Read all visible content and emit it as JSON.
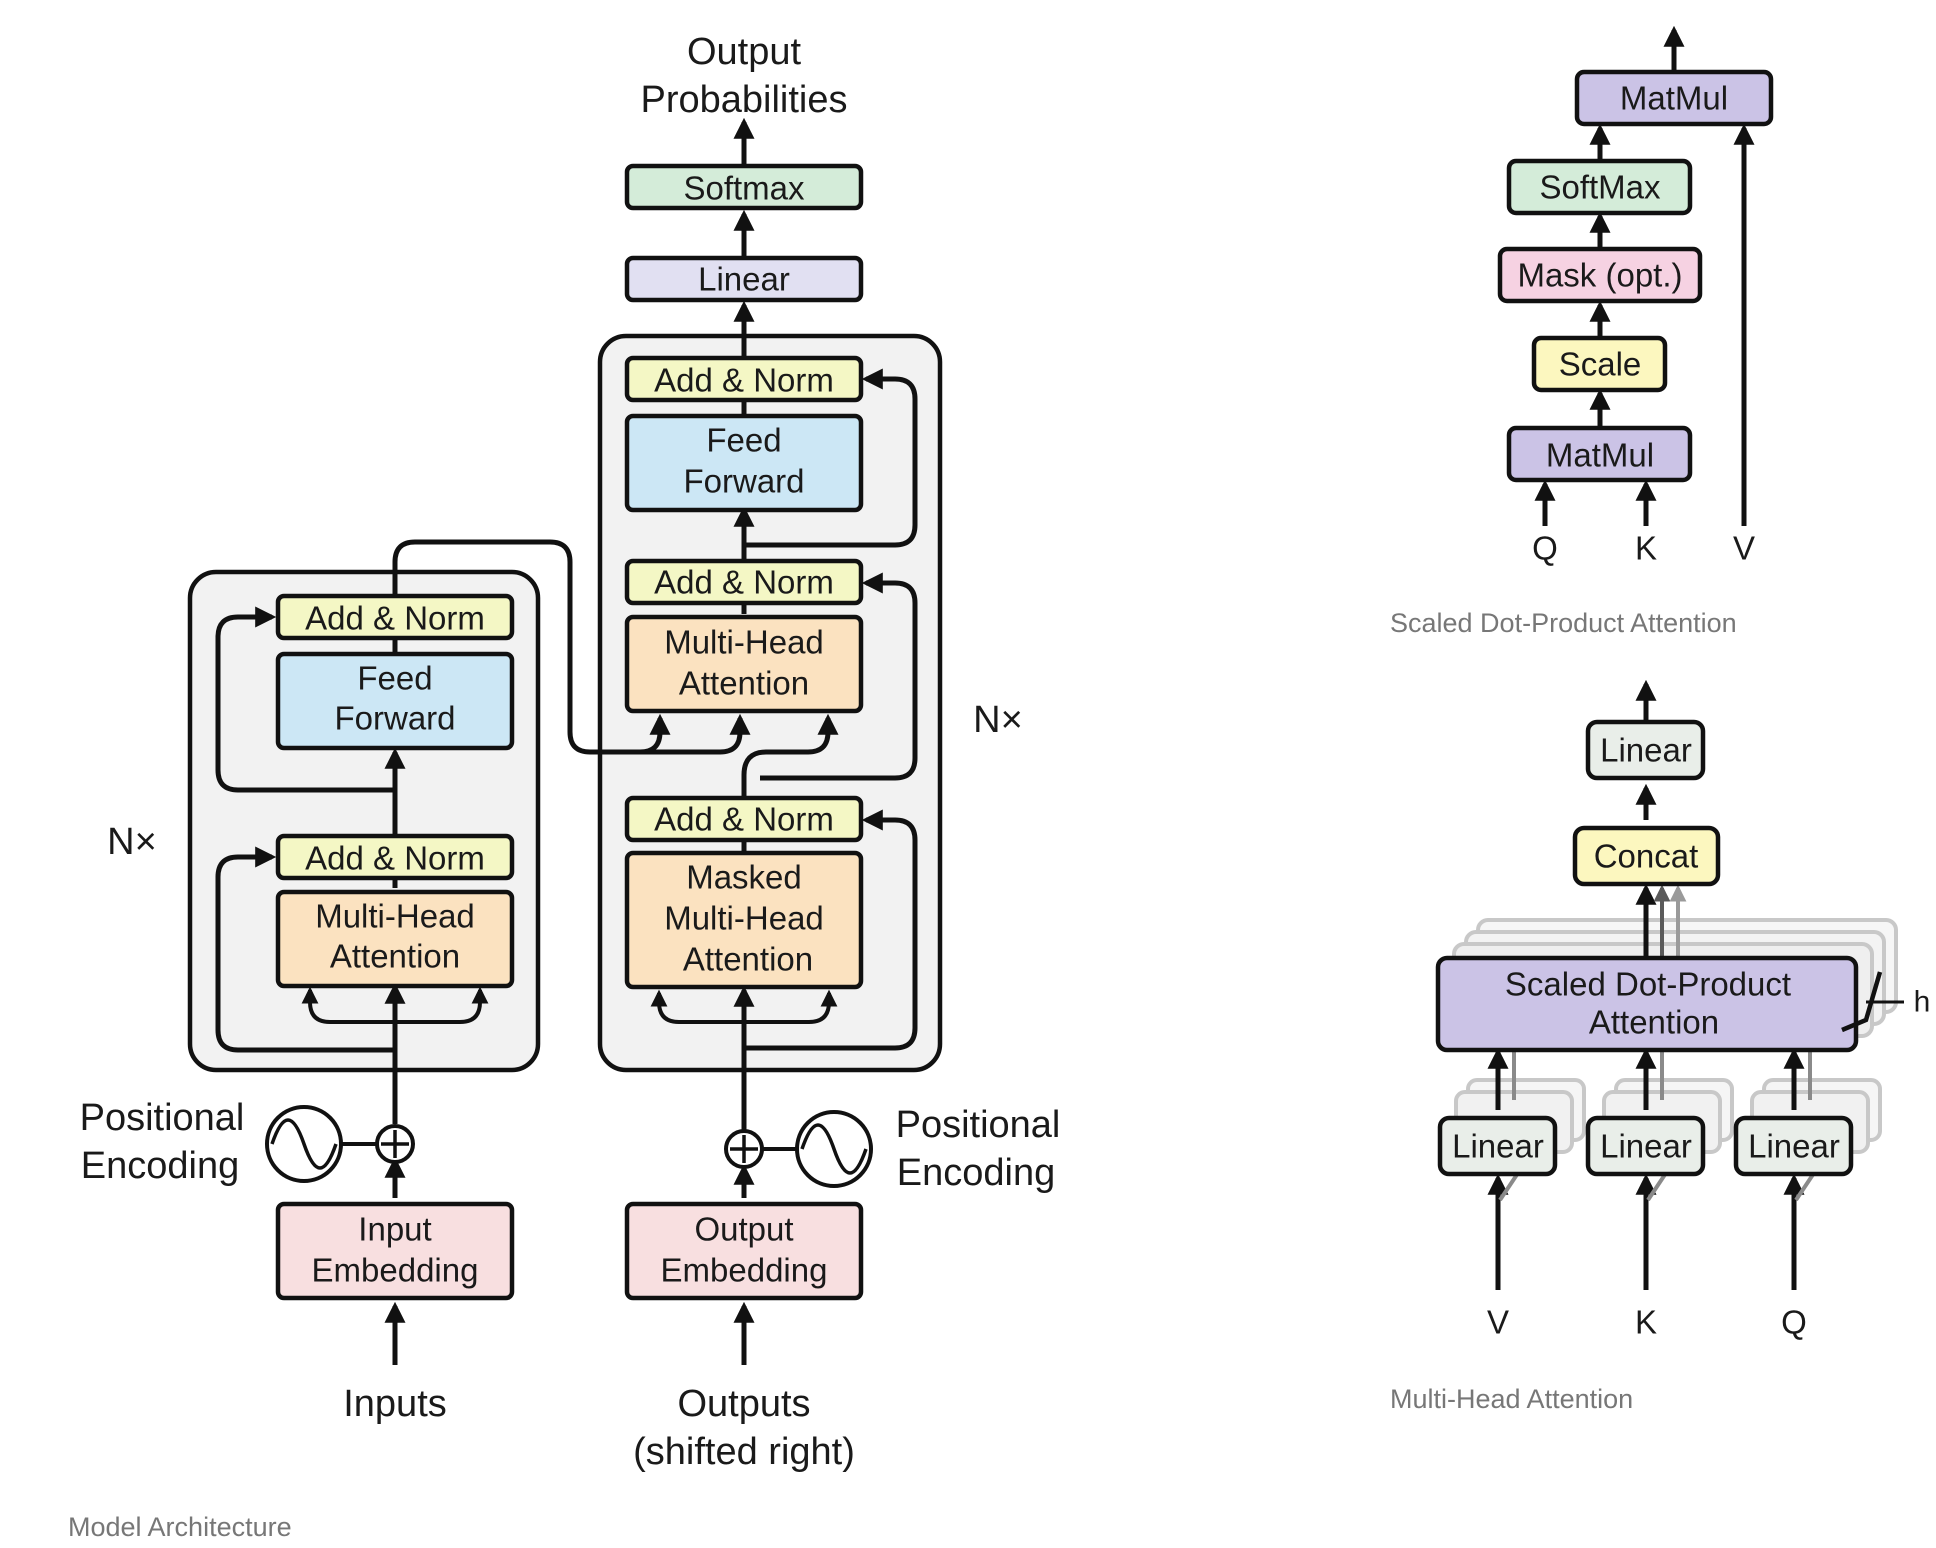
{
  "colors": {
    "add_norm": "#f4f7c5",
    "feed_forward": "#cce7f5",
    "attention": "#fbe2c0",
    "embedding": "#f8dfe0",
    "linear": "#e1e0f2",
    "softmax": "#d4ecd9",
    "mask": "#f6d2e2",
    "scale": "#fcf7bf",
    "matmul": "#cbc3e6",
    "concat": "#fcf7bf",
    "mha_linear": "#e9eee9",
    "block_bg": "#f2f2f2",
    "caption": "#777777"
  },
  "architecture": {
    "caption": "Model Architecture",
    "output_probs_line1": "Output",
    "output_probs_line2": "Probabilities",
    "softmax": "Softmax",
    "linear": "Linear",
    "encoder": {
      "nx": "N×",
      "add_norm_top": "Add & Norm",
      "ff_line1": "Feed",
      "ff_line2": "Forward",
      "add_norm_bottom": "Add & Norm",
      "mha_line1": "Multi-Head",
      "mha_line2": "Attention",
      "pos_enc_line1": "Positional",
      "pos_enc_line2": "Encoding",
      "embed_line1": "Input",
      "embed_line2": "Embedding",
      "inputs": "Inputs"
    },
    "decoder": {
      "nx": "N×",
      "add_norm_top": "Add & Norm",
      "ff_line1": "Feed",
      "ff_line2": "Forward",
      "add_norm_mid": "Add & Norm",
      "mha_line1": "Multi-Head",
      "mha_line2": "Attention",
      "add_norm_bottom": "Add & Norm",
      "masked_line1": "Masked",
      "masked_line2": "Multi-Head",
      "masked_line3": "Attention",
      "pos_enc_line1": "Positional",
      "pos_enc_line2": "Encoding",
      "embed_line1": "Output",
      "embed_line2": "Embedding",
      "outputs_line1": "Outputs",
      "outputs_line2": "(shifted right)"
    }
  },
  "sdpa": {
    "caption": "Scaled Dot-Product Attention",
    "matmul_top": "MatMul",
    "softmax": "SoftMax",
    "mask": "Mask (opt.)",
    "scale": "Scale",
    "matmul_bottom": "MatMul",
    "q": "Q",
    "k": "K",
    "v": "V"
  },
  "mha": {
    "caption": "Multi-Head Attention",
    "linear_out": "Linear",
    "concat": "Concat",
    "sdpa_line1": "Scaled Dot-Product",
    "sdpa_line2": "Attention",
    "h": "h",
    "linear_v": "Linear",
    "linear_k": "Linear",
    "linear_q": "Linear",
    "v": "V",
    "k": "K",
    "q": "Q"
  }
}
